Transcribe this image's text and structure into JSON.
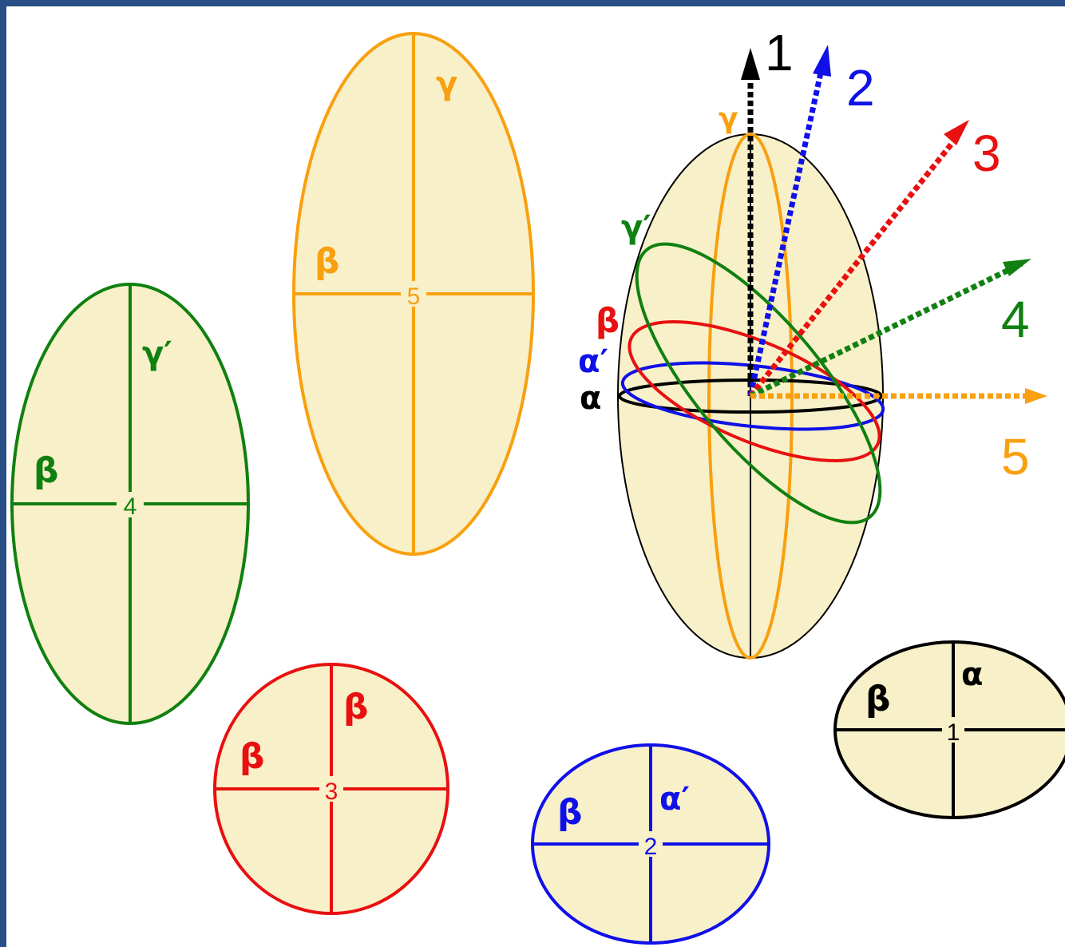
{
  "colors": {
    "background_frame": "#2a4f86",
    "fill": "#f8f0c8",
    "black": "#000000",
    "blue": "#1010e8",
    "red": "#e81010",
    "green": "#108010",
    "orange": "#f8a010"
  },
  "axes": [
    {
      "number": "1",
      "color": "black"
    },
    {
      "number": "2",
      "color": "blue"
    },
    {
      "number": "3",
      "color": "red"
    },
    {
      "number": "4",
      "color": "green"
    },
    {
      "number": "5",
      "color": "orange"
    }
  ],
  "sections": {
    "s1": {
      "center": "1",
      "left": "β",
      "top": "α"
    },
    "s2": {
      "center": "2",
      "left": "β",
      "top": "α′"
    },
    "s3": {
      "center": "3",
      "left": "β",
      "top": "β"
    },
    "s4": {
      "center": "4",
      "left": "β",
      "top": "γ′"
    },
    "s5": {
      "center": "5",
      "left": "β",
      "top": "γ"
    }
  },
  "indicatrix_labels": {
    "gamma": "γ",
    "gamma_prime": "γ′",
    "beta": "β",
    "alpha_prime": "α′",
    "alpha": "α"
  }
}
